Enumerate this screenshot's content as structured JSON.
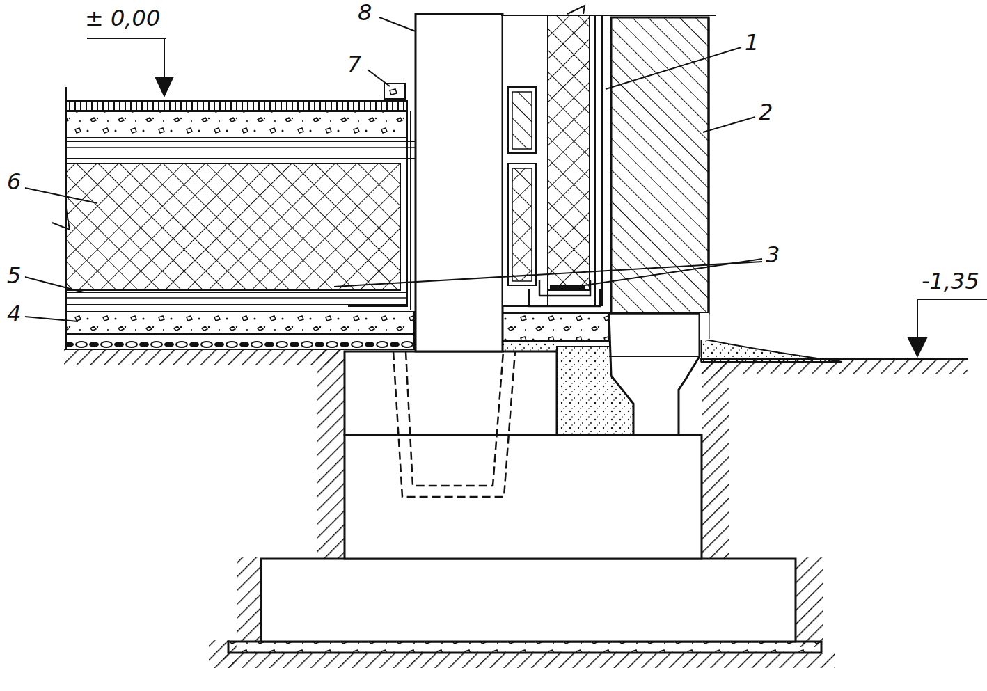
{
  "diagram": {
    "labels": [
      "± 0,00",
      "8",
      "7",
      "1",
      "2",
      "6",
      "3",
      "5",
      "4",
      "-1,35"
    ]
  }
}
